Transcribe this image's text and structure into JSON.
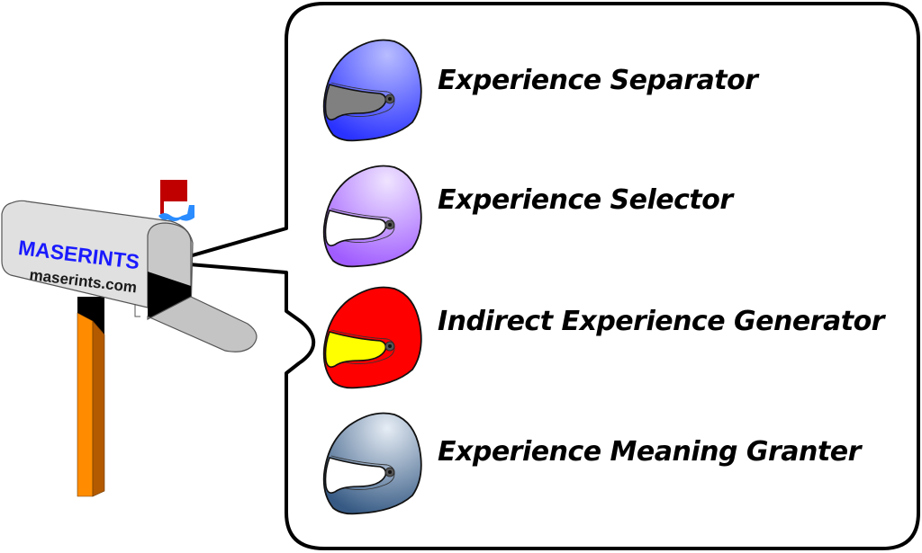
{
  "mailbox": {
    "brand_name": "MASERINTS",
    "brand_url": "maserints.com",
    "brand_color": "#1a1aff",
    "flag_color": "#c00000",
    "post_color": "#ff8c00"
  },
  "callout": {
    "items": [
      {
        "label": "Experience Separator",
        "helmet": "blue-helmet",
        "shell_light": "#b8bcff",
        "shell_dark": "#2a32ff",
        "visor": "#808080"
      },
      {
        "label": "Experience Selector",
        "helmet": "lavender-helmet",
        "shell_light": "#efe4ff",
        "shell_dark": "#a05cff",
        "visor": "#ffffff"
      },
      {
        "label": "Indirect Experience Generator",
        "helmet": "red-helmet",
        "shell_light": "#ff0000",
        "shell_dark": "#ff0000",
        "visor": "#ffff00"
      },
      {
        "label": "Experience Meaning Granter",
        "helmet": "steel-blue-helmet",
        "shell_light": "#e6edf5",
        "shell_dark": "#365a84",
        "visor": "#ffffff"
      }
    ]
  }
}
